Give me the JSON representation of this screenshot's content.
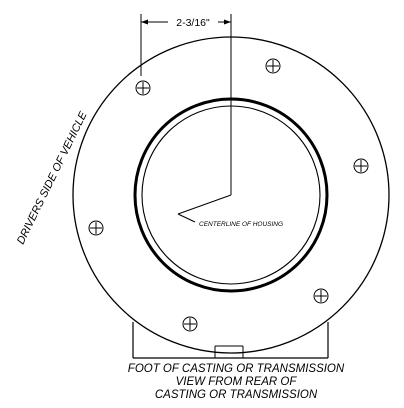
{
  "dimension": {
    "label": "2-3/16\""
  },
  "labels": {
    "drivers_side": "DRIVERS SIDE OF VEHICLE",
    "centerline": "CENTERLINE OF HOUSING",
    "foot": "FOOT OF CASTING OR TRANSMISSION",
    "view_line1": "VIEW FROM REAR OF",
    "view_line2": "CASTING OR TRANSMISSION"
  },
  "bolt_holes": {
    "count": 6,
    "icon": "crosshair-circle-icon"
  },
  "colors": {
    "line": "#000000",
    "background": "#ffffff"
  }
}
